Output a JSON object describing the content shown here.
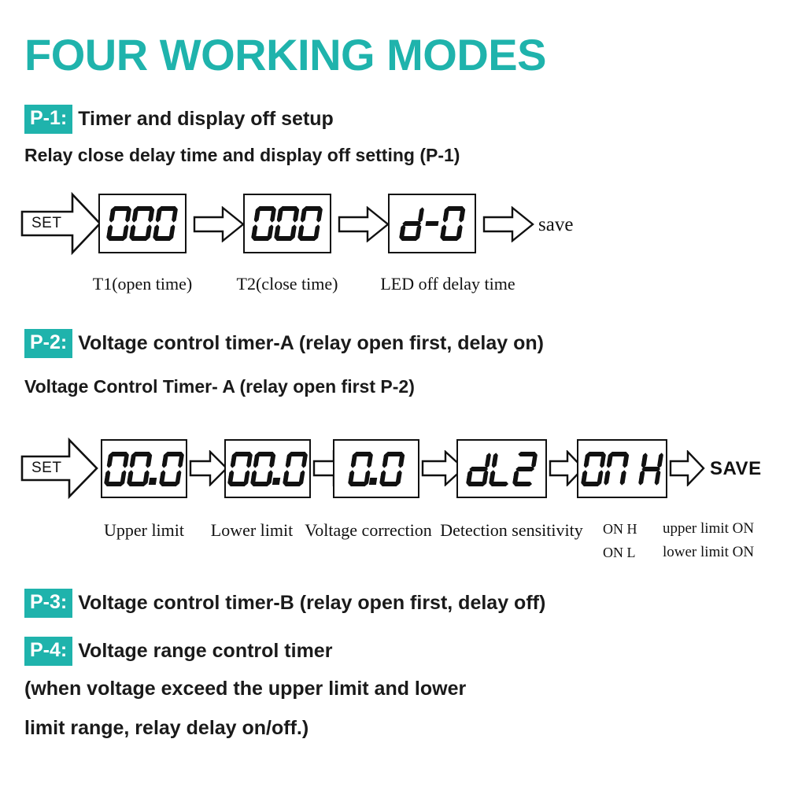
{
  "theme": {
    "accent": "#1fb3ac",
    "ink": "#1a1a1a",
    "paper": "#ffffff"
  },
  "title": "FOUR WORKING MODES",
  "modes": [
    {
      "badge": "P-1:",
      "label": "Timer and display off setup",
      "subhead": "Relay close delay time and display off setting (P-1)"
    },
    {
      "badge": "P-2:",
      "label": "Voltage control timer-A (relay open first, delay on)",
      "subhead": "Voltage Control Timer- A (relay open first P-2)"
    },
    {
      "badge": "P-3:",
      "label": "Voltage control timer-B (relay open first, delay off)"
    },
    {
      "badge": "P-4:",
      "label": "Voltage range control timer"
    }
  ],
  "note_lines": [
    "(when voltage exceed the upper limit and lower",
    "limit range, relay delay on/off.)"
  ],
  "flow1": {
    "start_label": "SET",
    "end_label": "save",
    "steps": [
      {
        "display": "000",
        "caption": "T1(open time)"
      },
      {
        "display": "000",
        "caption": "T2(close time)"
      },
      {
        "display": "d-0",
        "caption": "LED off delay time"
      }
    ]
  },
  "flow2": {
    "start_label": "SET",
    "end_label": "SAVE",
    "steps": [
      {
        "display": "00.0",
        "caption": "Upper limit"
      },
      {
        "display": "00.0",
        "caption": "Lower limit"
      },
      {
        "display": "0.0",
        "caption": "Voltage correction"
      },
      {
        "display": "dL2",
        "caption": "Detection sensitivity"
      },
      {
        "display": "ON H",
        "caption": ""
      }
    ],
    "legend": [
      {
        "code": "ON  H",
        "desc": "upper limit ON"
      },
      {
        "code": "ON  L",
        "desc": "lower limit ON"
      }
    ]
  }
}
